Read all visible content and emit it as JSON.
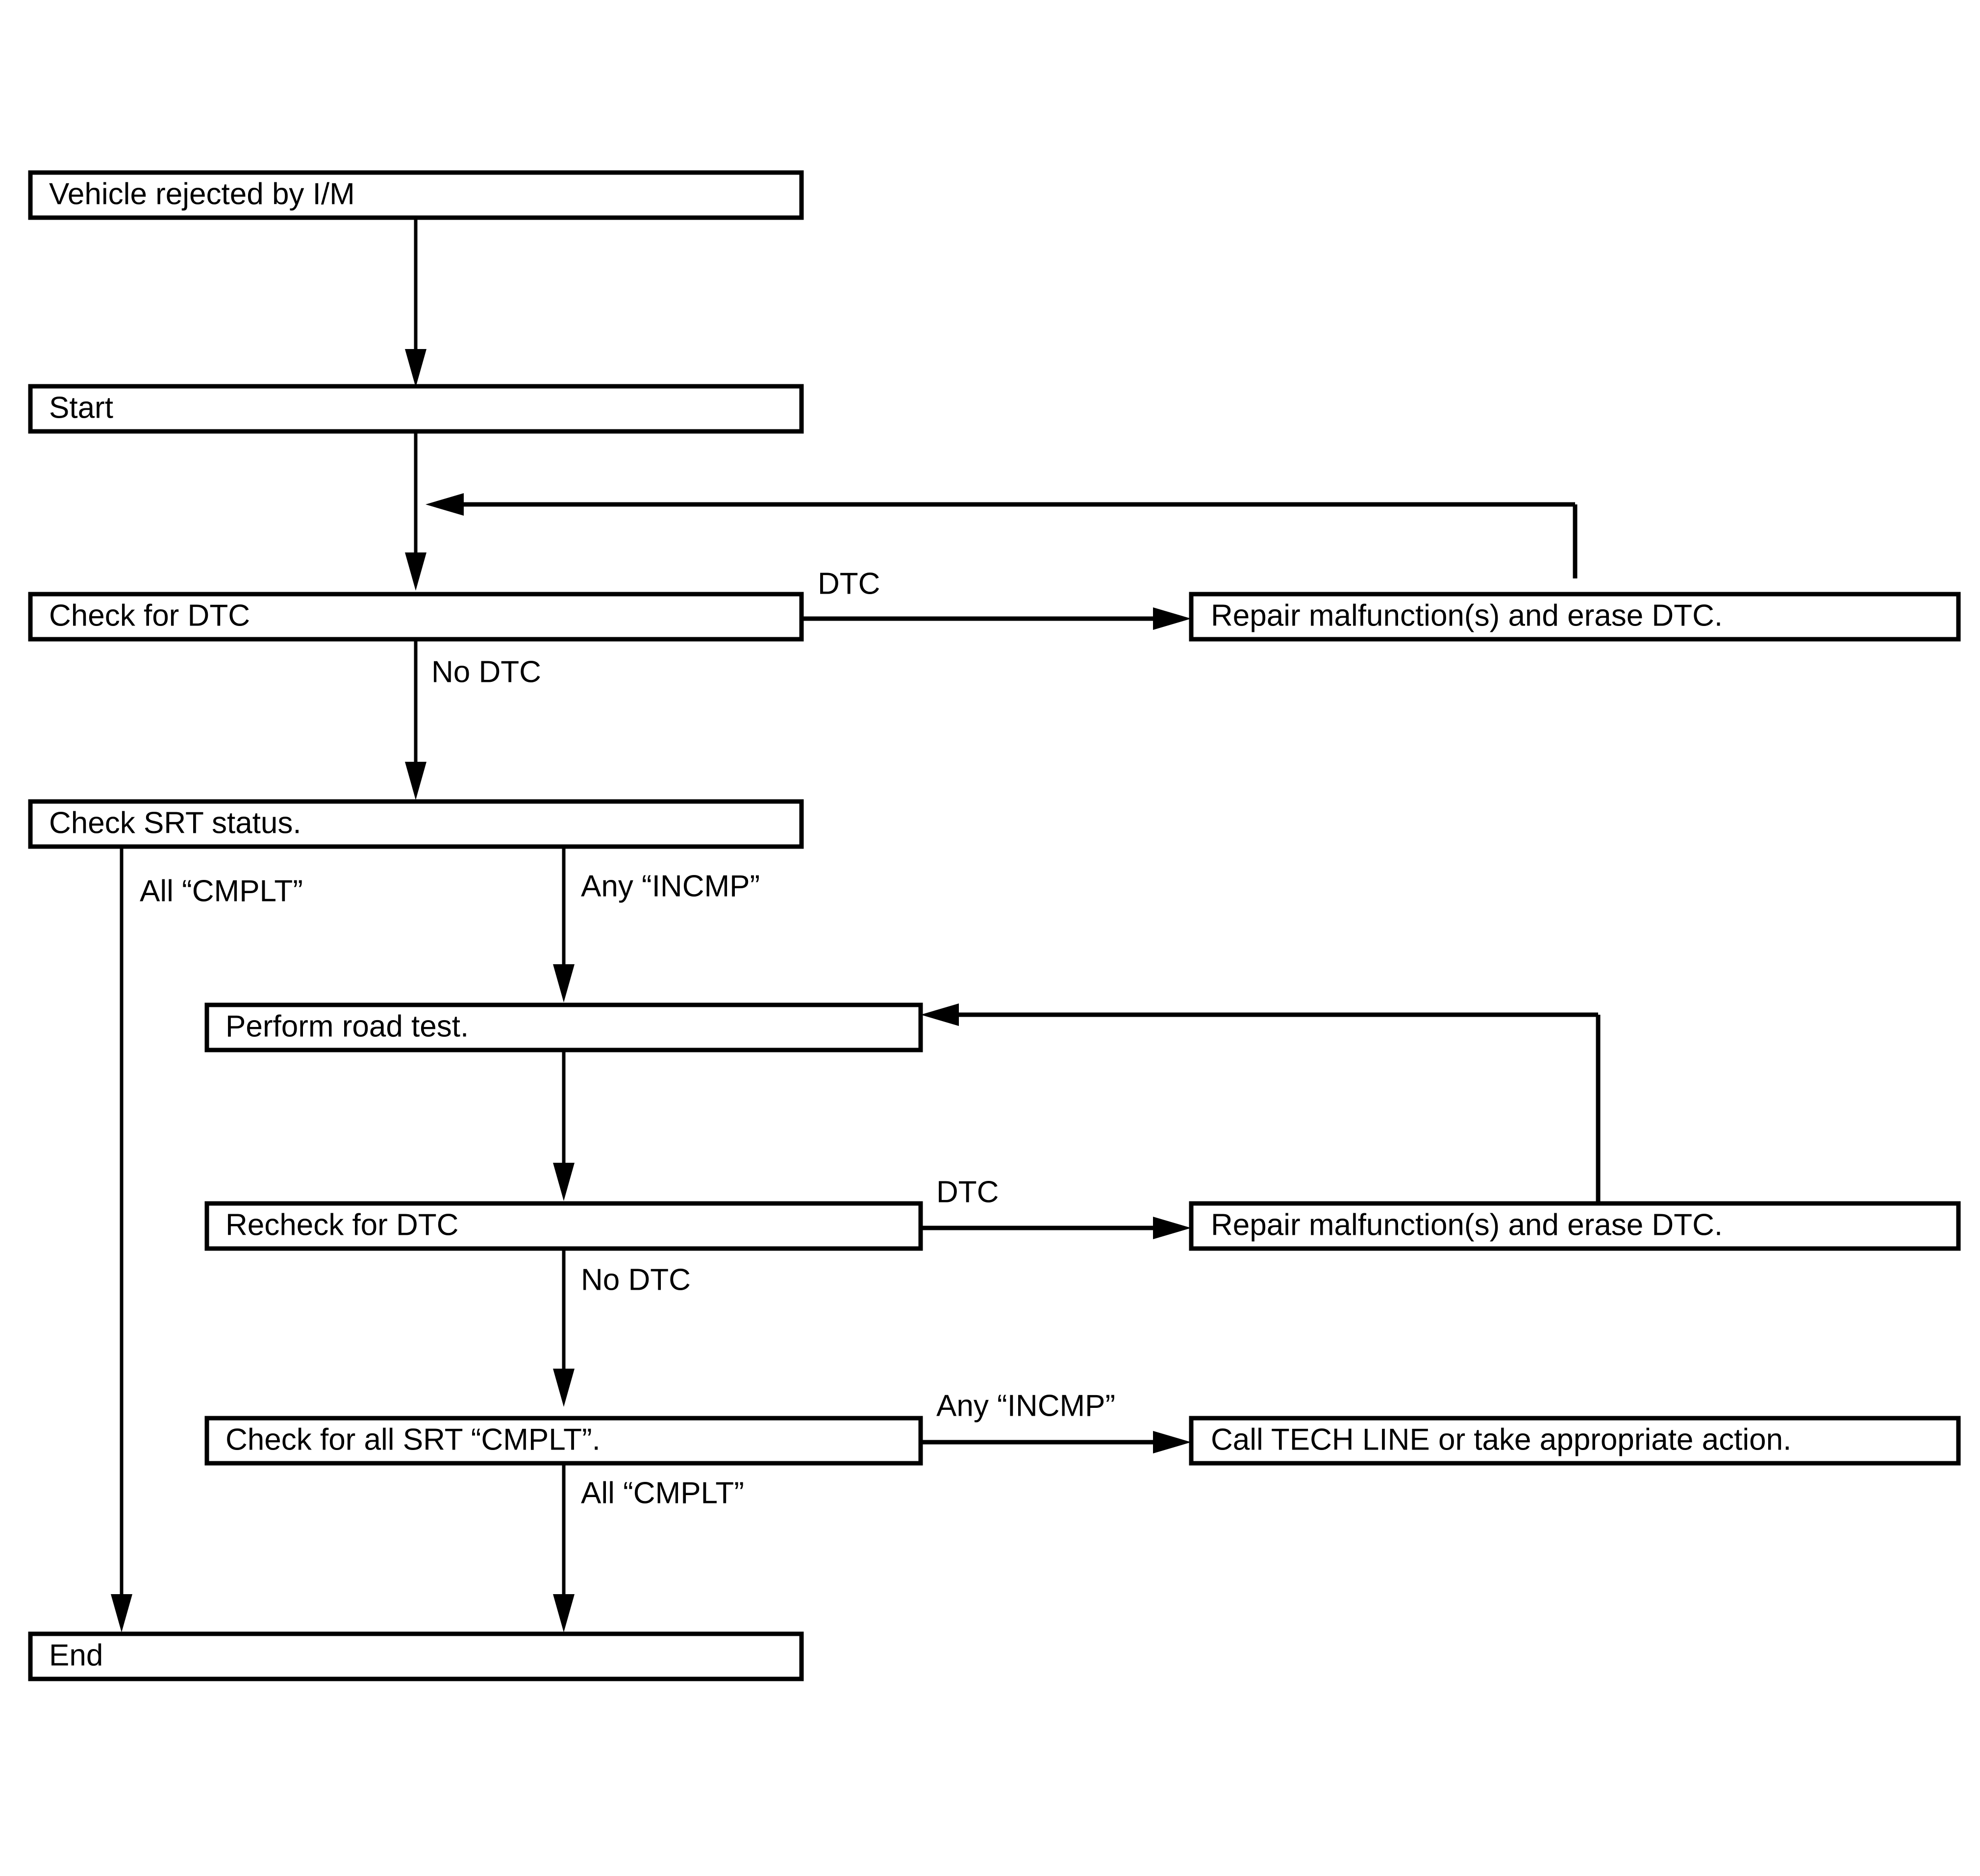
{
  "diagram": {
    "title": "Vehicle I/M rejection diagnostic flowchart",
    "colors": {
      "background": "#ffffff",
      "stroke": "#000000",
      "text": "#000000",
      "box_fill": "#ffffff"
    },
    "nodes": [
      {
        "id": "vehicle-rejected",
        "label": "Vehicle rejected by I/M"
      },
      {
        "id": "start",
        "label": "Start"
      },
      {
        "id": "check-for-dtc",
        "label": "Check for DTC"
      },
      {
        "id": "repair-erase-dtc-1",
        "label": "Repair malfunction(s) and erase DTC."
      },
      {
        "id": "check-srt-status",
        "label": "Check SRT status."
      },
      {
        "id": "perform-road-test",
        "label": "Perform road test."
      },
      {
        "id": "recheck-for-dtc",
        "label": "Recheck for DTC"
      },
      {
        "id": "repair-erase-dtc-2",
        "label": "Repair malfunction(s) and erase DTC."
      },
      {
        "id": "check-all-srt-cmplt",
        "label": "Check for all SRT “CMPLT”."
      },
      {
        "id": "call-tech-line",
        "label": "Call TECH LINE or take appropriate action."
      },
      {
        "id": "end",
        "label": "End"
      }
    ],
    "edge_labels": [
      {
        "id": "dtc-1",
        "label": "DTC"
      },
      {
        "id": "no-dtc-1",
        "label": "No DTC"
      },
      {
        "id": "all-cmplt-1",
        "label": "All “CMPLT”"
      },
      {
        "id": "any-incmp-1",
        "label": "Any “INCMP”"
      },
      {
        "id": "dtc-2",
        "label": "DTC"
      },
      {
        "id": "no-dtc-2",
        "label": "No DTC"
      },
      {
        "id": "any-incmp-2",
        "label": "Any “INCMP”"
      },
      {
        "id": "all-cmplt-2",
        "label": "All “CMPLT”"
      }
    ]
  }
}
